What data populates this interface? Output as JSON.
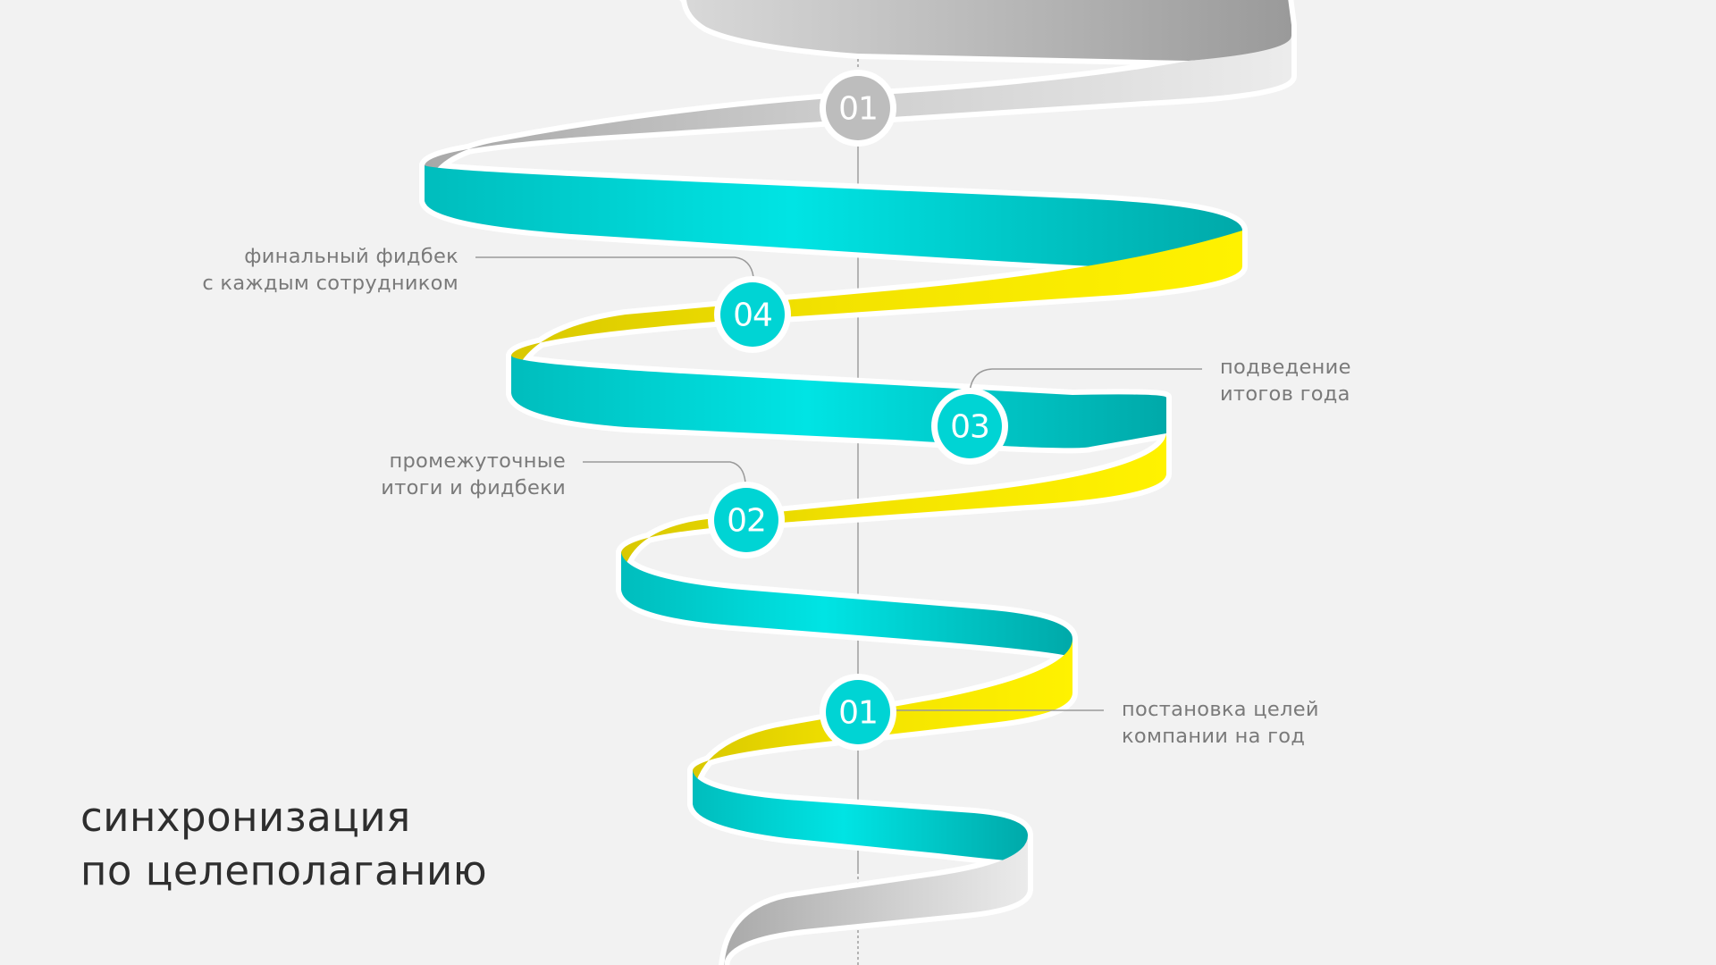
{
  "title": {
    "line1": "синхронизация",
    "line2": "по целеполаганию"
  },
  "steps": [
    {
      "id": "step-top-01",
      "number": "01",
      "style": "gray",
      "label": []
    },
    {
      "id": "step-04",
      "number": "04",
      "style": "cyan",
      "label": [
        "финальный фидбек",
        "с каждым сотрудником"
      ]
    },
    {
      "id": "step-03",
      "number": "03",
      "style": "cyan",
      "label": [
        "подведение",
        "итогов года"
      ]
    },
    {
      "id": "step-02",
      "number": "02",
      "style": "cyan",
      "label": [
        "промежуточные",
        "итоги и фидбеки"
      ]
    },
    {
      "id": "step-01",
      "number": "01",
      "style": "cyan",
      "label": [
        "постановка целей",
        "компании на год"
      ]
    }
  ],
  "colors": {
    "background": "#f2f2f2",
    "ribbon_cyan": "#00e0e0",
    "ribbon_yellow": "#ffee00",
    "ribbon_gray": "#c4c4c4",
    "badge_cyan": "#00d4d4",
    "badge_gray": "#bdbdbd",
    "label_text": "#7a7a7a",
    "title_text": "#2e2e2e"
  }
}
